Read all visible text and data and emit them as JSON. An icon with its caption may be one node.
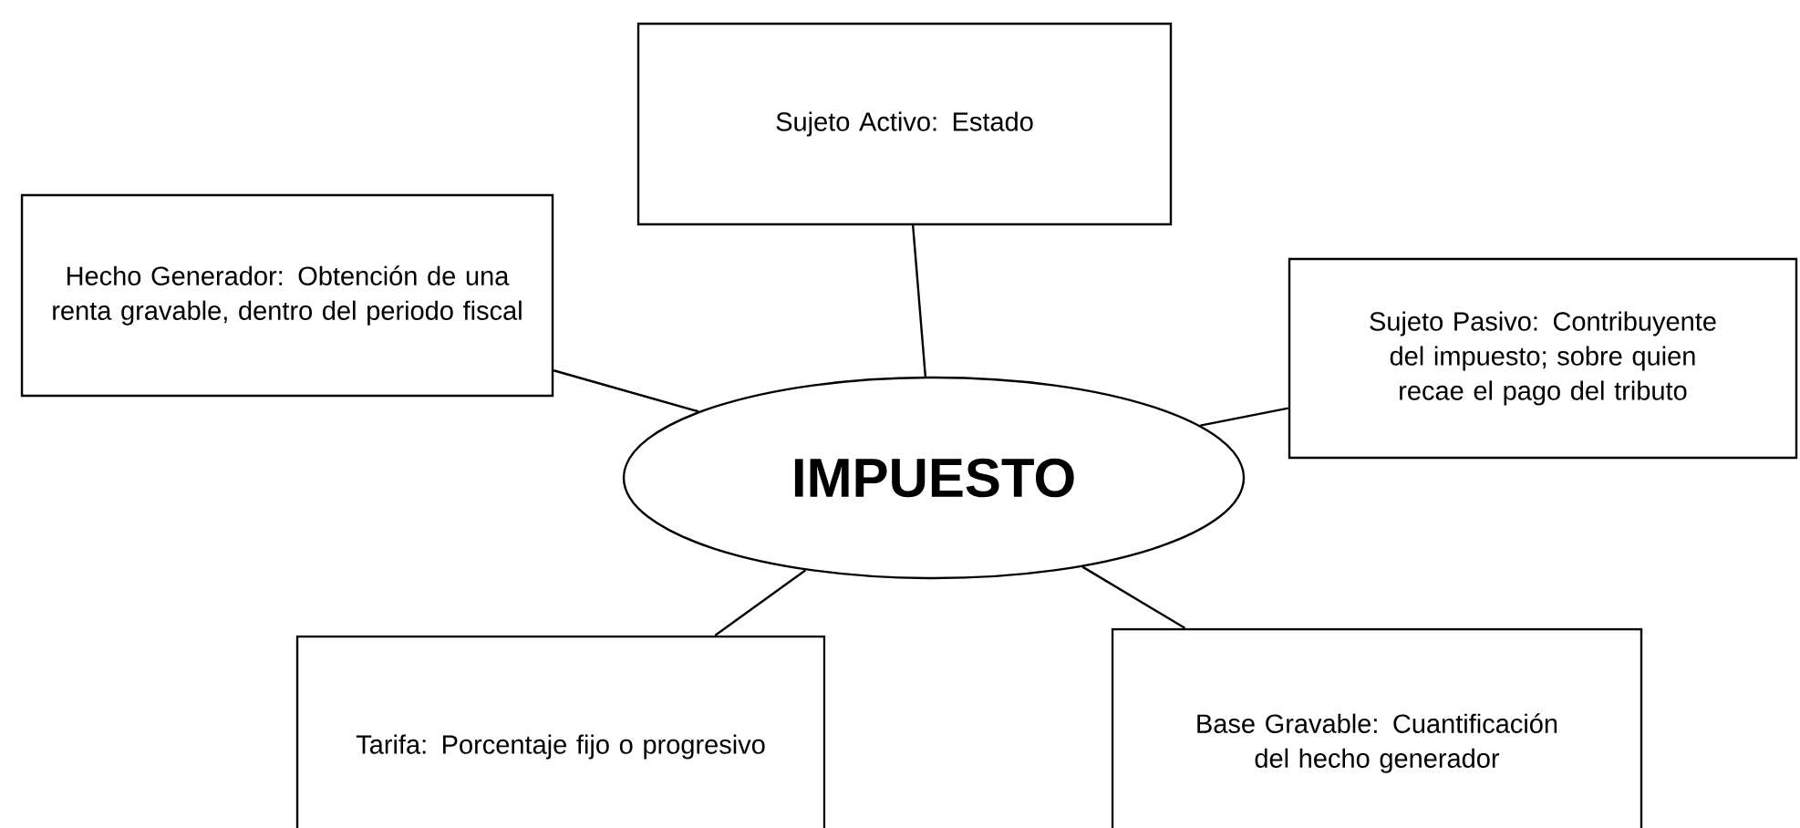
{
  "diagram": {
    "nodes": [
      {
        "text": [
          "Sujeto Activo: Estado"
        ]
      },
      {
        "text": [
          "Hecho Generador: Obtención de una renta gravable, dentro del periodo fiscal"
        ]
      },
      {
        "text": [
          "Sujeto Pasivo: Contribuyente del impuesto; sobre quien recae el pago del tributo"
        ]
      },
      {
        "text": [
          "IMPUESTO"
        ]
      },
      {
        "text": [
          "Tarifa: Porcentaje fijo o progresivo"
        ]
      },
      {
        "text": [
          "Base Gravable: Cuantificación del hecho generador"
        ]
      }
    ],
    "edges": [
      {
        "from": 0,
        "to": 3,
        "arrow": "none"
      },
      {
        "from": 1,
        "to": 3,
        "arrow": "none"
      },
      {
        "from": 2,
        "to": 3,
        "arrow": "none"
      },
      {
        "from": 3,
        "to": 4,
        "arrow": "none"
      },
      {
        "from": 3,
        "to": 5,
        "arrow": "none"
      }
    ]
  }
}
